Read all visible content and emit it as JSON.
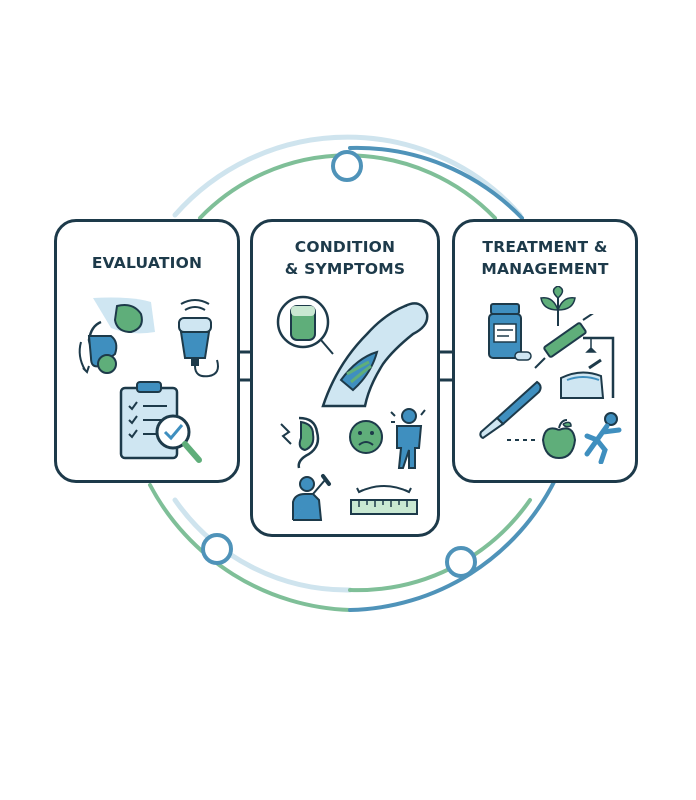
{
  "panels": {
    "evaluation": {
      "title": "EVALUATION"
    },
    "condition": {
      "title": "CONDITION\n& SYMPTOMS"
    },
    "treatment": {
      "title": "TREATMENT &\nMANAGEMENT"
    }
  },
  "colors": {
    "outline": "#1d3a4a",
    "blue": "#3f8fbf",
    "light_blue": "#cfe6f2",
    "green": "#5fae7a",
    "light_green": "#c9e8d2",
    "ring_blue": "#6aa8c9",
    "ring_green": "#7fbf98"
  },
  "icons": {
    "evaluation": [
      "pelvic-anatomy-icon",
      "ultrasound-probe-icon",
      "clipboard-checklist-icon",
      "magnifier-check-icon"
    ],
    "condition": [
      "zoomed-tissue-icon",
      "curved-penis-plaque-icon",
      "pain-stomach-icon",
      "sad-face-icon",
      "distressed-person-icon",
      "raised-arm-person-icon",
      "ruler-measure-icon"
    ],
    "treatment": [
      "medicine-bottle-icon",
      "herbal-leaf-icon",
      "syringe-icon",
      "traction-device-icon",
      "scalpel-icon",
      "apple-icon",
      "exercise-person-icon"
    ]
  }
}
